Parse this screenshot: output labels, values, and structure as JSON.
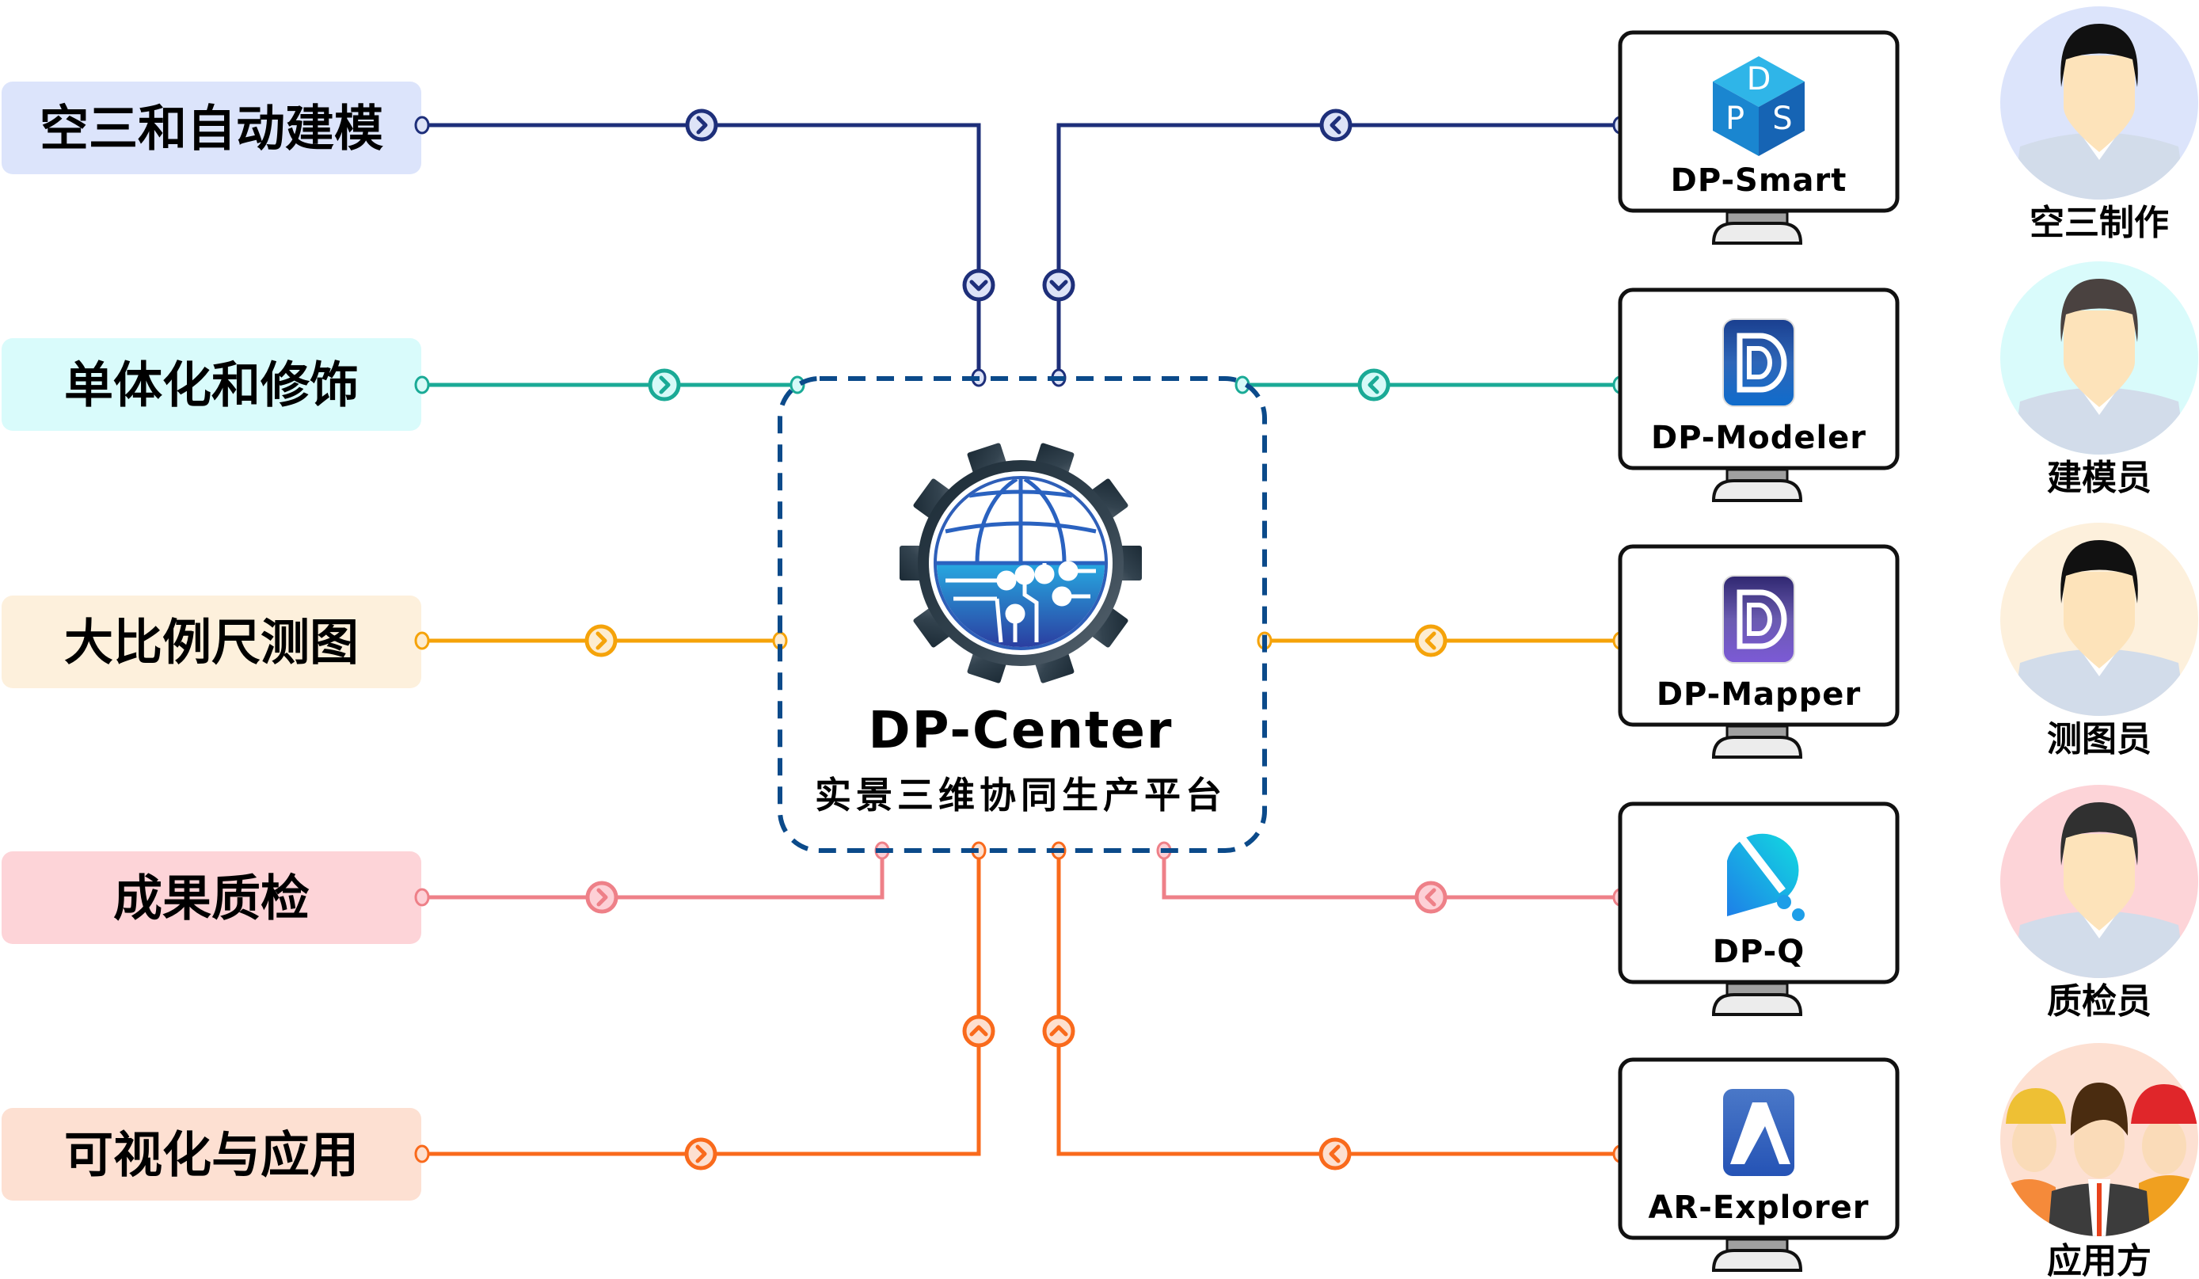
{
  "hub": {
    "title": "DP-Center",
    "subtitle": "实景三维协同生产平台",
    "icon": "gear-globe-circuit-icon",
    "border_color": "#0b4a8a"
  },
  "stages": [
    {
      "id": "aerial",
      "label": "空三和自动建模",
      "bg": "#dce4fb",
      "line": "#1e2f7a",
      "fill": "#dde3f7"
    },
    {
      "id": "mono",
      "label": "单体化和修饰",
      "bg": "#d9fbfb",
      "line": "#1aaa96",
      "fill": "#d6faf8"
    },
    {
      "id": "mapping",
      "label": "大比例尺测图",
      "bg": "#fdf0dc",
      "line": "#f5a30a",
      "fill": "#fdecd0"
    },
    {
      "id": "qa",
      "label": "成果质检",
      "bg": "#fdd4d8",
      "line": "#ee8088",
      "fill": "#fdd0d6"
    },
    {
      "id": "viz",
      "label": "可视化与应用",
      "bg": "#fde0d2",
      "line": "#f96a1c",
      "fill": "#fde0d0"
    }
  ],
  "apps": [
    {
      "name": "DP-Smart",
      "icon": "dps-cube-icon"
    },
    {
      "name": "DP-Modeler",
      "icon": "dp-modeler-icon"
    },
    {
      "name": "DP-Mapper",
      "icon": "dp-mapper-icon"
    },
    {
      "name": "DP-Q",
      "icon": "dp-q-icon"
    },
    {
      "name": "AR-Explorer",
      "icon": "ar-explorer-icon"
    }
  ],
  "roles": [
    {
      "label": "空三制作",
      "bg": "#dce4fb",
      "icon": "person-avatar-icon"
    },
    {
      "label": "建模员",
      "bg": "#d9fbfb",
      "icon": "person-avatar-icon"
    },
    {
      "label": "测图员",
      "bg": "#fdf0dc",
      "icon": "person-avatar-icon"
    },
    {
      "label": "质检员",
      "bg": "#fdd4d8",
      "icon": "person-avatar-icon"
    },
    {
      "label": "应用方",
      "bg": "#fde0d2",
      "icon": "group-avatar-icon"
    }
  ]
}
